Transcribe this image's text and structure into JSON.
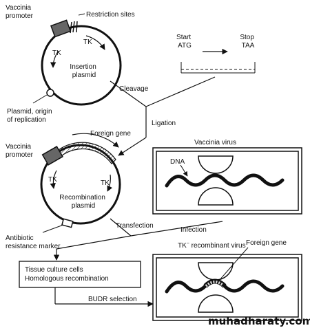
{
  "labels": {
    "vaccinia_promoter_1": [
      "Vaccinia",
      "promoter"
    ],
    "restriction_sites": "Restriction sites",
    "tk_left_1": "TK",
    "tk_right_1": "TK",
    "insertion_plasmid": [
      "Insertion",
      "plasmid"
    ],
    "plasmid_origin": [
      "Plasmid, origin",
      "of replication"
    ],
    "start": [
      "Start",
      "ATG"
    ],
    "stop": [
      "Stop",
      "TAA"
    ],
    "cleavage": "Cleavage",
    "ligation": "Ligation",
    "foreign_gene_1": "Foreign gene",
    "vaccinia_promoter_2": [
      "Vaccinia",
      "promoter"
    ],
    "tk_left_2": "TK",
    "tk_right_2": "TK",
    "recombination_plasmid": [
      "Recombination",
      "plasmid"
    ],
    "antibiotic_marker": [
      "Antibiotic",
      "resistance marker"
    ],
    "transfection": "Transfection",
    "infection": "Infection",
    "vaccinia_virus": "Vaccinia virus",
    "dna": "DNA",
    "tissue_culture": [
      "Tissue culture cells",
      "Homologous recombination"
    ],
    "recombinant_virus_tk": "TK",
    "recombinant_virus_sup": "−",
    "recombinant_virus_rest": " recombinant virus",
    "foreign_gene_2": "Foreign gene",
    "budr_selection": "BUDR selection",
    "watermark": "muhadharaty.com"
  }
}
